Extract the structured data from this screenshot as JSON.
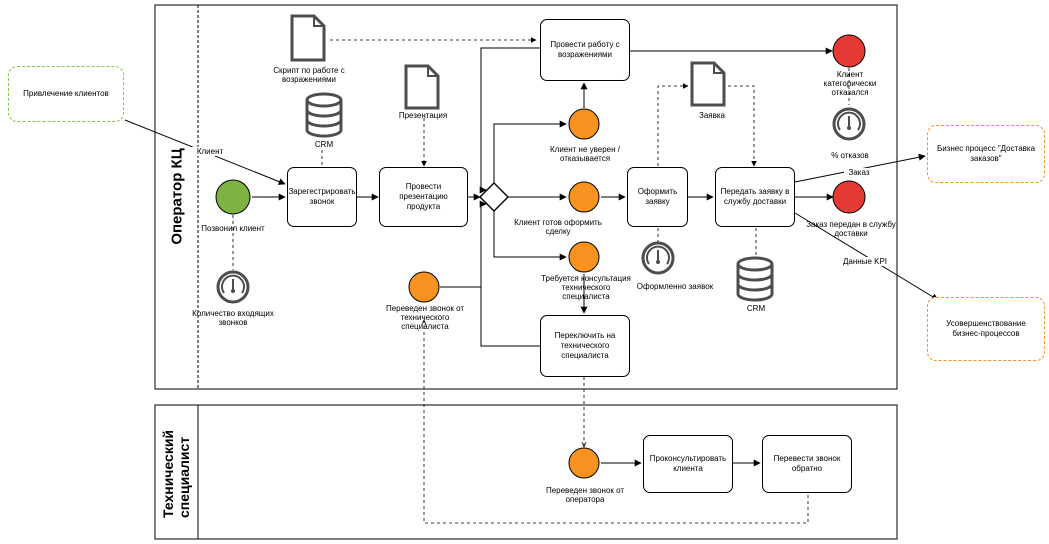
{
  "colors": {
    "start": "#7cb342",
    "intermediate": "#f7931e",
    "end": "#e53935",
    "external_green": "#8bc34a",
    "external_orange": "#f7931e",
    "stroke": "#000000",
    "icon_fill": "#4d4d4d"
  },
  "lanes": {
    "operator": "Оператор КЦ",
    "tech": "Технический специалист"
  },
  "external": {
    "attraction": "Привлечение клиентов",
    "delivery_process": "Бизнес процесс \"Доставка заказов\"",
    "improvement": "Усовершенствование бизнес-процессов"
  },
  "tasks": {
    "register_call": "Зарегестрировать звонок",
    "presentation": "Провести презентацию продукта",
    "objections": "Провести работу с возражениями",
    "make_request": "Оформить заявку",
    "pass_request": "Передать заявку в службу доставки",
    "switch_tech": "Переключить на технического специалиста",
    "consult": "Проконсультировать клиента",
    "transfer_back": "Перевести звонок обратно"
  },
  "events": {
    "client_called": "Позвонил клиент",
    "client_unsure": "Клиент не уверен / отказывается",
    "client_ready": "Клиент готов оформить сделку",
    "needs_consult": "Требуется консультация технического специалиста",
    "transferred_from_tech": "Переведен звонок от технического специалиста",
    "refused": "Клиент категорически отказался",
    "order_passed": "Заказ передан в службу доставки",
    "transferred_from_operator": "Переведен звонок от оператора"
  },
  "artifacts": {
    "script": "Скрипт по работе с возражениями",
    "crm1": "CRM",
    "presentation_doc": "Презентация",
    "request_doc": "Заявка",
    "crm2": "CRM"
  },
  "kpis": {
    "incoming_calls": "Количество входящих звонков",
    "refusal_percent": "% отказов",
    "requests_made": "Оформленно заявок"
  },
  "flow_labels": {
    "client": "Клиент",
    "order": "Заказ",
    "kpi_data": "Данные KPI"
  }
}
